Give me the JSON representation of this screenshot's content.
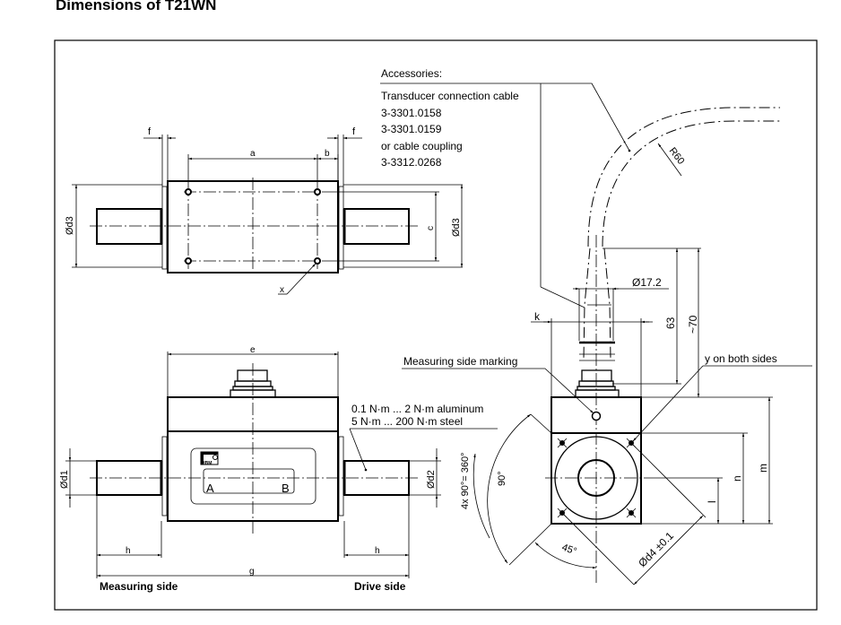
{
  "title": "Dimensions of T21WN",
  "accessories": {
    "heading": "Accessories:",
    "lines": [
      "Transducer connection cable",
      "3-3301.0158",
      "3-3301.0159",
      "or cable coupling",
      "3-3312.0268"
    ]
  },
  "top_view": {
    "labels": {
      "f_left": "f",
      "f_right": "f",
      "a": "a",
      "b": "b",
      "c": "c",
      "d3_left": "Ød3",
      "d3_right": "Ød3",
      "x": "x"
    }
  },
  "side_view": {
    "labels": {
      "e": "e",
      "d1": "Ød1",
      "d2": "Ød2",
      "h_left": "h",
      "h_right": "h",
      "g": "g",
      "plate_a": "A",
      "plate_b": "B",
      "logo": "HBM"
    },
    "material_note": [
      "0.1 N·m ... 2 N·m aluminum",
      "5 N·m ... 200 N·m steel"
    ],
    "measuring_side": "Measuring side",
    "drive_side": "Drive side"
  },
  "end_view": {
    "labels": {
      "diameter_17_2": "Ø17.2",
      "k": "k",
      "dim_63": "63",
      "dim_70": "~70",
      "r60": "R60",
      "measuring_side_marking": "Measuring side marking",
      "y_both_sides": "y on both sides",
      "m": "m",
      "n": "n",
      "l": "l",
      "angle_90": "90°",
      "angle_4x90": "4x 90°= 360°",
      "angle_45": "45°",
      "d4": "Ød4 ±0.1"
    }
  }
}
